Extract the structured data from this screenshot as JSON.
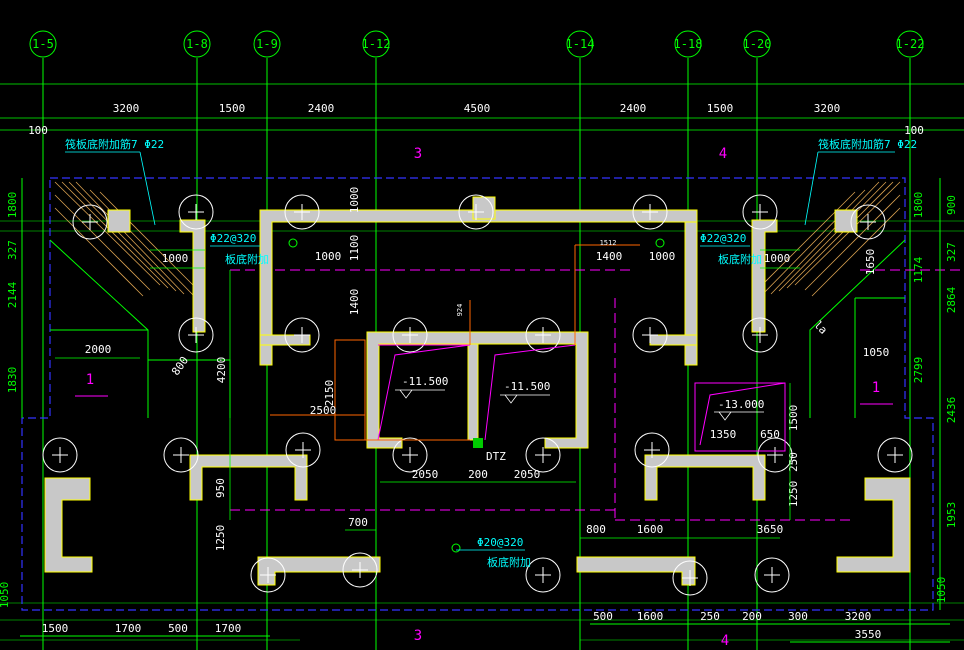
{
  "axes": [
    "1-5",
    "1-8",
    "1-9",
    "1-12",
    "1-14",
    "1-18",
    "1-20",
    "1-22"
  ],
  "top_dims": [
    "3200",
    "1500",
    "2400",
    "4500",
    "2400",
    "1500",
    "3200"
  ],
  "edge_dims": {
    "left_100": "100",
    "right_100": "100"
  },
  "left_dims": [
    "1800",
    "327",
    "2144",
    "1830"
  ],
  "right_dims": [
    "900",
    "327",
    "2864",
    "2436",
    "1953",
    "1050"
  ],
  "right_inner_dims": [
    "1800",
    "1174",
    "2799"
  ],
  "bottom_left_dims": [
    "1500",
    "1700",
    "500",
    "1700"
  ],
  "bottom_right_dims": [
    "500",
    "1600",
    "250",
    "200",
    "300",
    "3200",
    "3550"
  ],
  "bottom_left_vert": "1050",
  "zones": [
    "3",
    "4",
    "1",
    "1",
    "3",
    "4"
  ],
  "rebar_labels": {
    "corner_left": "筏板底附加筋7 Φ22",
    "corner_right": "筏板底附加筋7 Φ22",
    "top_left": "Φ22@320",
    "top_right": "Φ22@320",
    "bottom": "Φ20@320",
    "raft_left": "板底附加",
    "raft_right": "板底附加",
    "raft_bottom": "板底附加"
  },
  "inner_dims": {
    "d1000_l1": "1000",
    "d1000_l2": "1000",
    "d1000_r1": "1000",
    "d1000_r2": "1000",
    "d1400": "1400",
    "d1650": "1650",
    "d1050": "1050",
    "d2000": "2000",
    "d800a": "800",
    "d4200": "4200",
    "d1000v": "1000",
    "d1100v": "1100",
    "d1400v": "1400",
    "d2150": "2150",
    "d2500": "2500",
    "d2050a": "2050",
    "d200": "200",
    "d2050b": "2050",
    "d950": "950",
    "d1250a": "1250",
    "d700": "700",
    "d800b": "800",
    "d1600": "1600",
    "d3650": "3650",
    "d1350": "1350",
    "d650": "650",
    "d1500v": "1500",
    "d250v": "250",
    "d1250b": "1250",
    "d1512": "1512",
    "d924": "924",
    "la": "la"
  },
  "elevations": [
    "-11.500",
    "-11.500",
    "-13.000"
  ],
  "pit_label": "DTZ",
  "colors": {
    "background": "#000000",
    "axis_line": "#00ff00",
    "dim_text": "#ffffff",
    "rebar_text": "#00ffff",
    "wall_fill": "#c8c8c8",
    "wall_edge": "#ffff00",
    "raft_boundary": "#3333ff",
    "magenta": "#ff00ff",
    "orange": "#ff6600"
  }
}
